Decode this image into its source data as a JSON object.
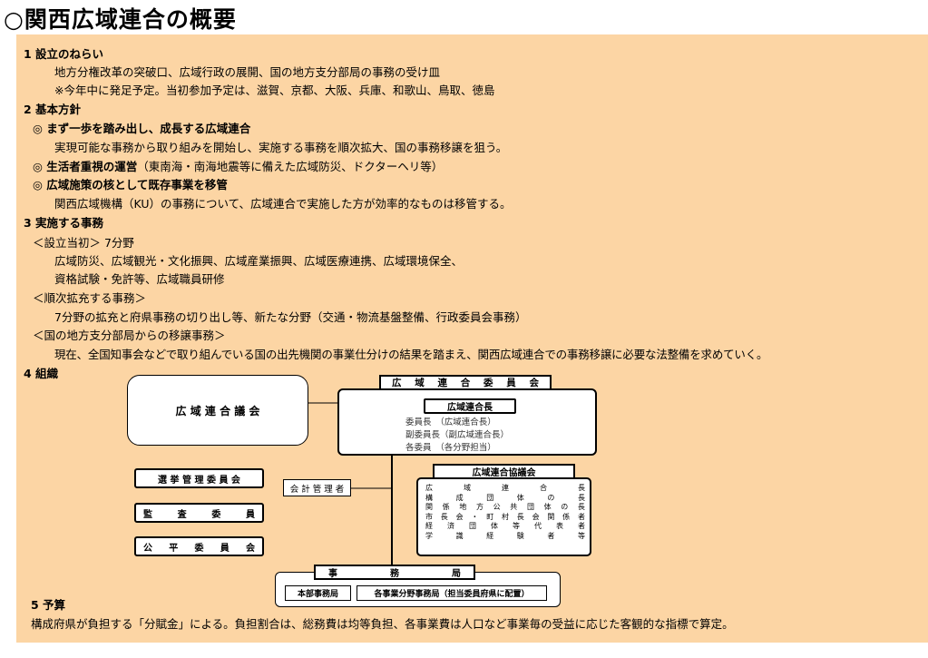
{
  "title": "○関西広域連合の概要",
  "s1": {
    "heading": "1  設立のねらい",
    "l1": "地方分権改革の突破口、広域行政の展開、国の地方支分部局の事務の受け皿",
    "l2": "※今年中に発足予定。当初参加予定は、滋賀、京都、大阪、兵庫、和歌山、鳥取、徳島"
  },
  "s2": {
    "heading": "2  基本方針",
    "p1": "◎ まず一歩を踏み出し、成長する広域連合",
    "p1d": "実現可能な事務から取り組みを開始し、実施する事務を順次拡大、国の事務移譲を狙う。",
    "p2": "◎ 生活者重視の運営",
    "p2note": "（東南海・南海地震等に備えた広域防災、ドクターヘリ等）",
    "p3": "◎ 広域施策の核として既存事業を移管",
    "p3d": "関西広域機構（KU）の事務について、広域連合で実施した方が効率的なものは移管する。"
  },
  "s3": {
    "heading": "3  実施する事務",
    "a": "＜設立当初＞ 7分野",
    "a1": "広域防災、広域観光・文化振興、広域産業振興、広域医療連携、広域環境保全、",
    "a2": "資格試験・免許等、広域職員研修",
    "b": "＜順次拡充する事務＞",
    "b1": "7分野の拡充と府県事務の切り出し等、新たな分野（交通・物流基盤整備、行政委員会事務）",
    "c": "＜国の地方支分部局からの移譲事務＞",
    "c1": "現在、全国知事会などで取り組んでいる国の出先機関の事業仕分けの結果を踏まえ、関西広域連合での事務移譲に必要な法整備を求めていく。"
  },
  "s4": {
    "heading": "4  組織",
    "assembly": "広 域 連 合 議 会",
    "committee_title": [
      "広",
      "域",
      "連",
      "合",
      "委",
      "員",
      "会"
    ],
    "chair": "広域連合長",
    "members": [
      "委員長　（広域連合長）",
      "副委員長（副広域連合長）",
      "各委員　（各分野担当）"
    ],
    "election": "選 挙 管 理 委 員 会",
    "audit": [
      "監",
      "査",
      "委",
      "員"
    ],
    "fair": [
      "公",
      "平",
      "委",
      "員",
      "会"
    ],
    "accountant": "会 計 管 理 者",
    "council_title": "広域連合協議会",
    "council_rows": [
      [
        "広",
        "域",
        "連",
        "合",
        "長"
      ],
      [
        "構",
        "成",
        "団",
        "体",
        "の",
        "長"
      ],
      [
        "関",
        "係",
        "地",
        "方",
        "公",
        "共",
        "団",
        "体",
        "の",
        "長"
      ],
      [
        "市",
        "長",
        "会",
        "・",
        "町",
        "村",
        "長",
        "会",
        "関",
        "係",
        "者"
      ],
      [
        "経",
        "済",
        "団",
        "体",
        "等",
        "代",
        "表",
        "者"
      ],
      [
        "学",
        "識",
        "経",
        "験",
        "者",
        "等"
      ]
    ],
    "office_title": [
      "事",
      "務",
      "局"
    ],
    "hq": "本部事務局",
    "branch": "各事業分野事務局（担当委員府県に配置）"
  },
  "s5": {
    "heading": "5  予算",
    "text": "構成府県が負担する「分賦金」による。負担割合は、総務費は均等負担、各事業費は人口など事業毎の受益に応じた客観的な指標で算定。"
  }
}
